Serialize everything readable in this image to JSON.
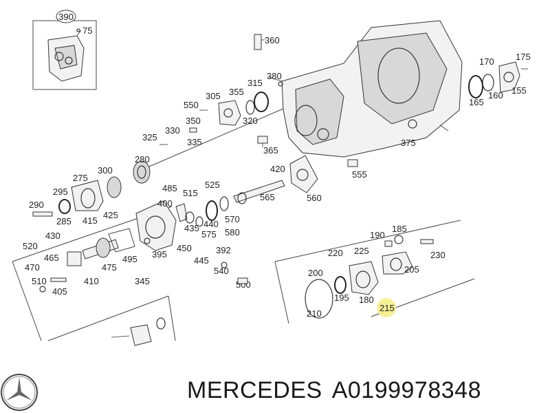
{
  "footer": {
    "brand": "MERCEDES",
    "part_number": "A0199978348"
  },
  "highlight_color": "#f5f08a",
  "callouts": {
    "c390": "390",
    "c75": "75",
    "c360": "360",
    "c380": "380",
    "c315": "315",
    "c355": "355",
    "c305": "305",
    "c550": "550",
    "c350": "350",
    "c320": "320",
    "c325": "325",
    "c330": "330",
    "c335": "335",
    "c365": "365",
    "c375": "375",
    "c170": "170",
    "c175": "175",
    "c160": "160",
    "c155": "155",
    "c165": "165",
    "c555": "555",
    "c420": "420",
    "c560": "560",
    "c565": "565",
    "c280": "280",
    "c275": "275",
    "c300": "300",
    "c295": "295",
    "c290": "290",
    "c285": "285",
    "c485": "485",
    "c515": "515",
    "c525": "525",
    "c400": "400",
    "c425": "425",
    "c415": "415",
    "c570": "570",
    "c435": "435",
    "c440": "440",
    "c575": "575",
    "c580": "580",
    "c430": "430",
    "c520": "520",
    "c465": "465",
    "c470": "470",
    "c475": "475",
    "c495": "495",
    "c395": "395",
    "c450": "450",
    "c392": "392",
    "c445": "445",
    "c540": "540",
    "c500": "500",
    "c510": "510",
    "c410": "410",
    "c345": "345",
    "c405": "405",
    "c190": "190",
    "c185": "185",
    "c220": "220",
    "c225": "225",
    "c230": "230",
    "c205": "205",
    "c200": "200",
    "c195": "195",
    "c180": "180",
    "c215": "215",
    "c210": "210"
  }
}
